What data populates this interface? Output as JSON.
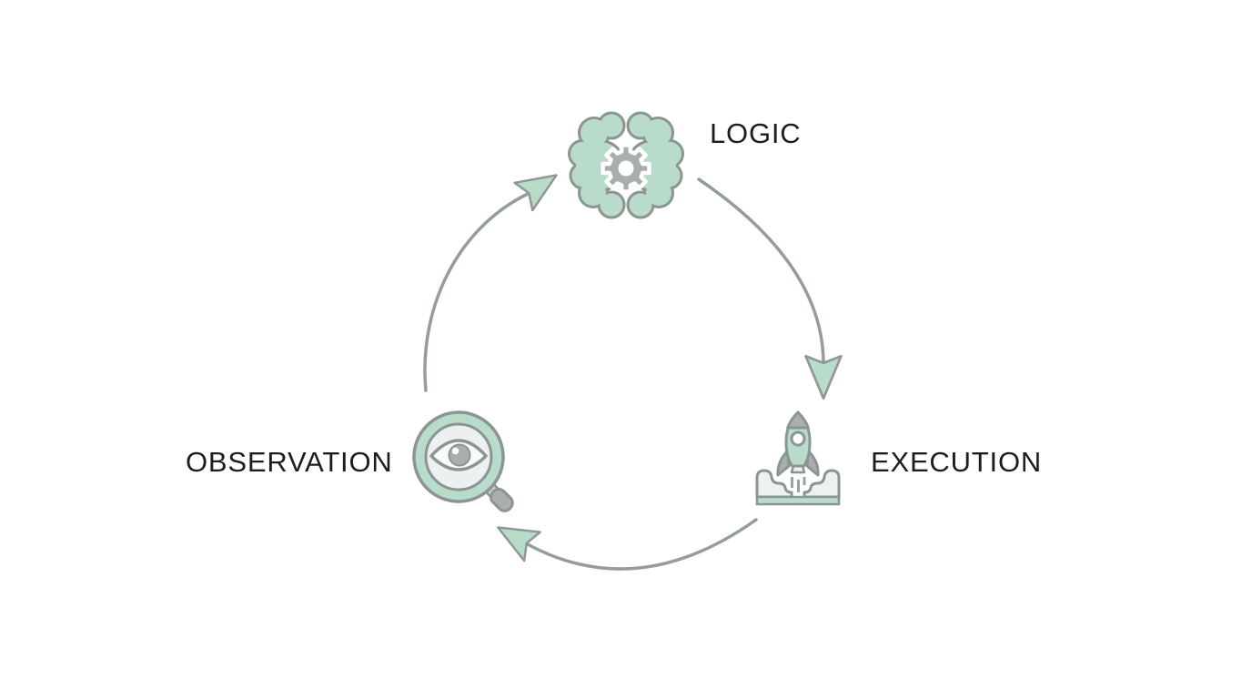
{
  "page": {
    "background": "#ffffff"
  },
  "diagram": {
    "type": "cycle",
    "nodes": [
      {
        "id": "logic",
        "label": "LOGIC",
        "icon": "brain-gear-icon",
        "position": "top"
      },
      {
        "id": "execution",
        "label": "EXECUTION",
        "icon": "rocket-launch-icon",
        "position": "bottom-right"
      },
      {
        "id": "observation",
        "label": "OBSERVATION",
        "icon": "magnifier-eye-icon",
        "position": "bottom-left"
      }
    ],
    "edges": [
      {
        "from": "observation",
        "to": "logic",
        "style": "curved-arrow"
      },
      {
        "from": "logic",
        "to": "execution",
        "style": "curved-arrow"
      },
      {
        "from": "execution",
        "to": "observation",
        "style": "curved-arrow"
      }
    ],
    "colors": {
      "mint": "#b9dcca",
      "icon_outline": "#8b9593",
      "gray_fill": "#a9aeae",
      "light_fill": "#eef1f1",
      "arrow_line": "#949d9c",
      "label_text": "#1d1d1d"
    }
  }
}
